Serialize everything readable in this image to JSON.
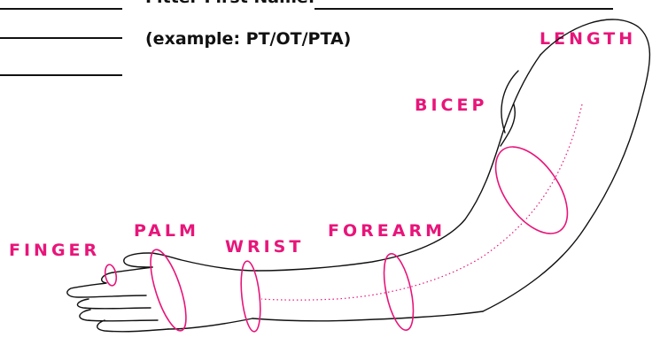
{
  "form": {
    "fitter_first_name_label": "Fitter First Name:",
    "example_text": "(example: PT/OT/PTA)"
  },
  "labels": {
    "length": "LENGTH",
    "bicep": "BICEP",
    "forearm": "FOREARM",
    "wrist": "WRIST",
    "palm": "PALM",
    "finger": "FINGER"
  },
  "colors": {
    "accent": "#e8157a",
    "ink": "#111111"
  }
}
